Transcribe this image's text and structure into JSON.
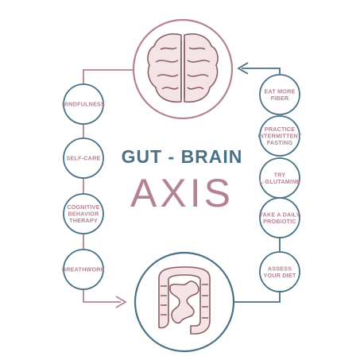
{
  "title": {
    "line1": "GUT - BRAIN",
    "line2": "AXIS"
  },
  "left_items": [
    {
      "lines": [
        "MINDFULNESS"
      ]
    },
    {
      "lines": [
        "SELF-CARE"
      ]
    },
    {
      "lines": [
        "COGNITIVE",
        "BEHAVIOR",
        "THERAPY"
      ]
    },
    {
      "lines": [
        "BREATHWORK"
      ]
    }
  ],
  "right_items": [
    {
      "lines": [
        "EAT MORE",
        "FIBER"
      ]
    },
    {
      "lines": [
        "PRACTICE",
        "INTERMITTENT",
        "FASTING"
      ]
    },
    {
      "lines": [
        "TRY",
        "L-GLUTAMINE"
      ]
    },
    {
      "lines": [
        "TAKE A DAILY",
        "PROBIOTIC"
      ]
    },
    {
      "lines": [
        "ASSESS",
        "YOUR DIET"
      ]
    }
  ],
  "hubs": {
    "brain_icon": "brain-icon",
    "gut_icon": "intestines-icon"
  },
  "colors": {
    "teal": "#4b7186",
    "mauve": "#b58390",
    "pink_fill": "#f5e4e6",
    "line": "#c9959d"
  }
}
